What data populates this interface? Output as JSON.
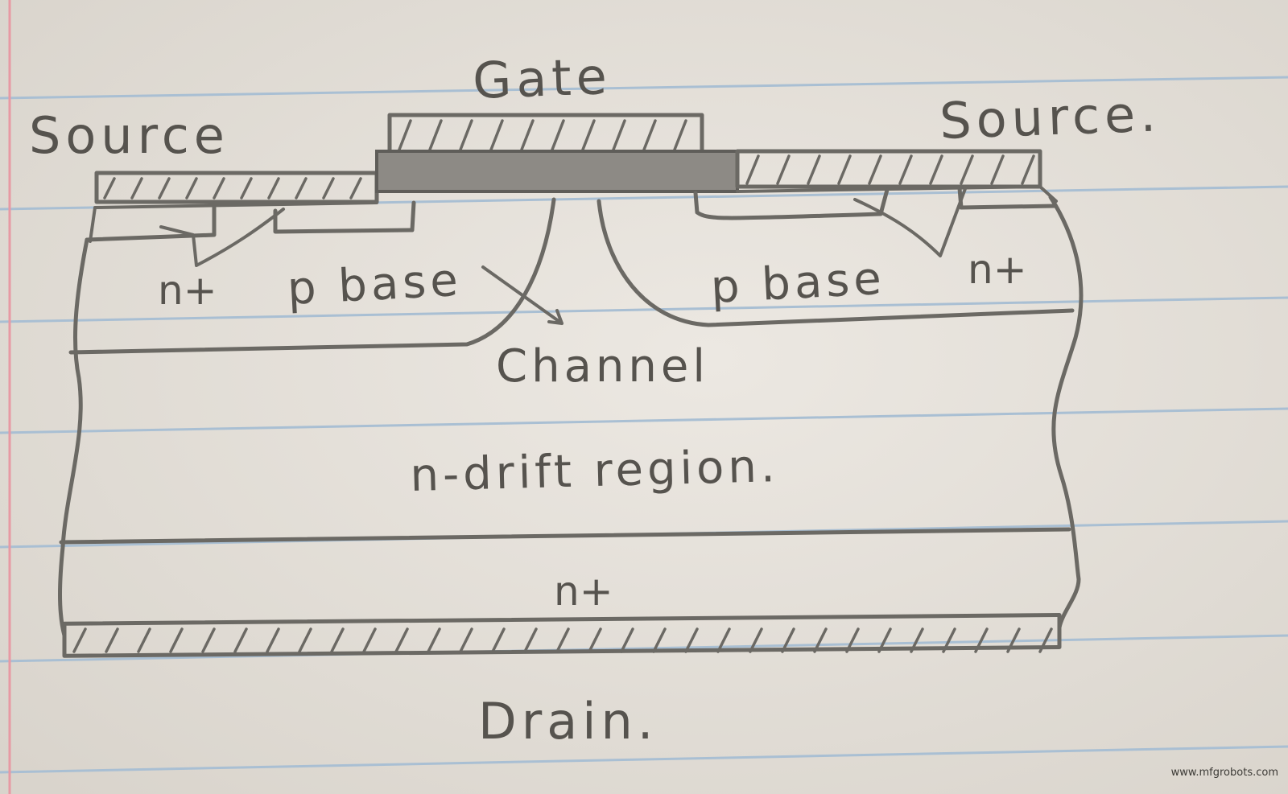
{
  "diagram": {
    "labels": {
      "gate": "Gate",
      "source_left": "Source",
      "source_right": "Source.",
      "n_plus_left": "n+",
      "n_plus_right": "n+",
      "p_base_left": "p base",
      "p_base_right": "p base",
      "channel": "Channel",
      "n_drift": "n-drift region.",
      "n_plus_substrate": "n+",
      "drain": "Drain."
    },
    "colors": {
      "paper": "#e6e1da",
      "ruled_lines": "#a9bfd3",
      "margin_line": "#e79aa4",
      "pencil": "#6b6964",
      "gate_oxide_fill": "#8d8a85"
    }
  },
  "watermark": "www.mfgrobots.com"
}
